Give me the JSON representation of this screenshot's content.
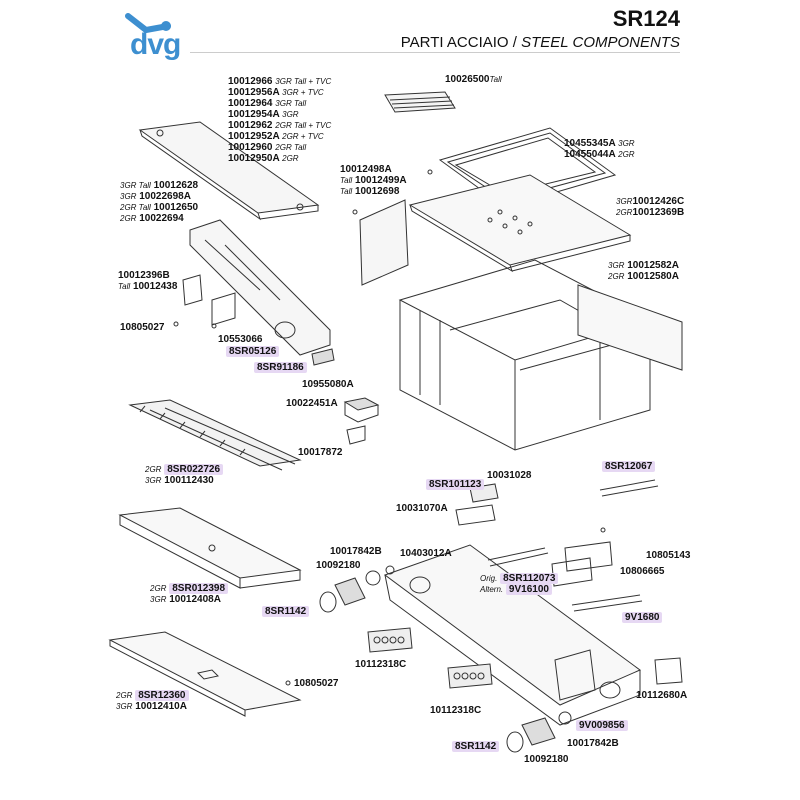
{
  "header": {
    "brand": "dvg",
    "model": "SR124",
    "subtitle_a": "PARTI ACCIAIO / ",
    "subtitle_b": "STEEL COMPONENTS",
    "brand_color": "#3d8fd0",
    "highlight_color": "#e6d8f3"
  },
  "parts": {
    "p10026500": {
      "code": "10026500",
      "var": "Tall"
    },
    "group_top": [
      {
        "code": "10012966",
        "var": "3GR Tall + TVC"
      },
      {
        "code": "10012956A",
        "var": "3GR + TVC"
      },
      {
        "code": "10012964",
        "var": "3GR Tall"
      },
      {
        "code": "10012954A",
        "var": "3GR"
      },
      {
        "code": "10012962",
        "var": "2GR Tall + TVC"
      },
      {
        "code": "10012952A",
        "var": "2GR + TVC"
      },
      {
        "code": "10012960",
        "var": "2GR Tall"
      },
      {
        "code": "10012950A",
        "var": "2GR"
      }
    ],
    "group_heater": [
      {
        "code": "10455345A",
        "var": "3GR"
      },
      {
        "code": "10455044A",
        "var": "2GR"
      }
    ],
    "group_side": [
      {
        "code": "10012498A",
        "var": ""
      },
      {
        "code": "10012499A",
        "var": "Tall"
      },
      {
        "code": "10012698",
        "var": "Tall"
      }
    ],
    "group_left": [
      {
        "var": "3GR Tall",
        "code": "10012628"
      },
      {
        "var": "3GR",
        "code": "10022698A"
      },
      {
        "var": "2GR Tall",
        "code": "10012650"
      },
      {
        "var": "2GR",
        "code": "10022694"
      }
    ],
    "group_top_right": [
      {
        "var": "3GR",
        "code": "10012426C"
      },
      {
        "var": "2GR",
        "code": "10012369B"
      }
    ],
    "group_right_panel": [
      {
        "var": "3GR",
        "code": "10012582A"
      },
      {
        "var": "2GR",
        "code": "10012580A"
      }
    ],
    "group_bracket": [
      {
        "code": "10012396B",
        "var": ""
      },
      {
        "code": "10012438",
        "var": "Tall"
      }
    ],
    "p10805027a": "10805027",
    "p10553066": "10553066",
    "p8SR05126": "8SR05126",
    "p8SR91186": "8SR91186",
    "p10955080A": "10955080A",
    "p10022451A": "10022451A",
    "p10017872": "10017872",
    "grid": [
      {
        "var": "2GR",
        "code": "8SR022726"
      },
      {
        "var": "3GR",
        "code": "100112430"
      }
    ],
    "tray": [
      {
        "var": "2GR",
        "code": "8SR012398"
      },
      {
        "var": "3GR",
        "code": "10012408A"
      }
    ],
    "plate": [
      {
        "var": "2GR",
        "code": "8SR12360"
      },
      {
        "var": "3GR",
        "code": "10012410A"
      }
    ],
    "p10805027b": "10805027",
    "p10017842B_a": "10017842B",
    "p10403012A": "10403012A",
    "p10092180_a": "10092180",
    "p8SR1142_a": "8SR1142",
    "p10112318C_a": "10112318C",
    "p10112318C_b": "10112318C",
    "p8SR101123": "8SR101123",
    "p10031028": "10031028",
    "p10031070A": "10031070A",
    "p8SR12067": "8SR12067",
    "p10805143": "10805143",
    "p10806665": "10806665",
    "cable": {
      "orig_label": "Orig.",
      "orig_code": "8SR112073",
      "alt_label": "Altern.",
      "alt_code": "9V16100"
    },
    "p9V1680": "9V1680",
    "p10112680A": "10112680A",
    "p9V009856": "9V009856",
    "p10017842B_b": "10017842B",
    "p8SR1142_b": "8SR1142",
    "p10092180_b": "10092180"
  }
}
